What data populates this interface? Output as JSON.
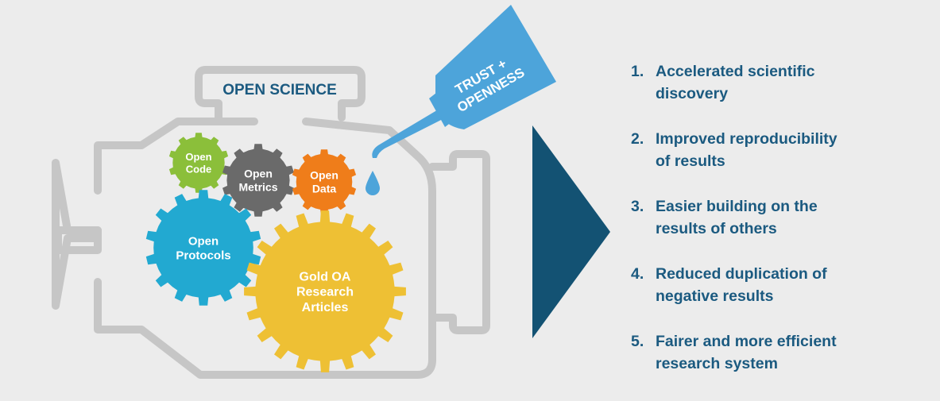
{
  "engine": {
    "title": "OPEN SCIENCE"
  },
  "bottle": {
    "line1": "TRUST +",
    "line2": "OPENNESS"
  },
  "gears": [
    {
      "name": "open-code",
      "lines": [
        "Open",
        "Code"
      ],
      "color": "#8bbf3a"
    },
    {
      "name": "open-metrics",
      "lines": [
        "Open",
        "Metrics"
      ],
      "color": "#6a6a6a"
    },
    {
      "name": "open-data",
      "lines": [
        "Open",
        "Data"
      ],
      "color": "#ef7d1a"
    },
    {
      "name": "open-protocols",
      "lines": [
        "Open",
        "Protocols"
      ],
      "color": "#22a9d1"
    },
    {
      "name": "gold-oa-research-articles",
      "lines": [
        "Gold OA",
        "Research",
        "Articles"
      ],
      "color": "#eec034"
    }
  ],
  "colors": {
    "background": "#ececec",
    "engine_outline": "#c6c6c6",
    "arrow": "#135273",
    "bottle": "#4da4da",
    "drop": "#4da4da",
    "text": "#1b5a80"
  },
  "benefits": [
    {
      "number": "1.",
      "line1": "Accelerated scientific",
      "line2": "discovery"
    },
    {
      "number": "2.",
      "line1": "Improved reproducibility",
      "line2": "of results"
    },
    {
      "number": "3.",
      "line1": "Easier building on the",
      "line2": "results of others"
    },
    {
      "number": "4.",
      "line1": "Reduced duplication of",
      "line2": "negative results"
    },
    {
      "number": "5.",
      "line1": "Fairer and more efficient",
      "line2": "research system"
    }
  ]
}
